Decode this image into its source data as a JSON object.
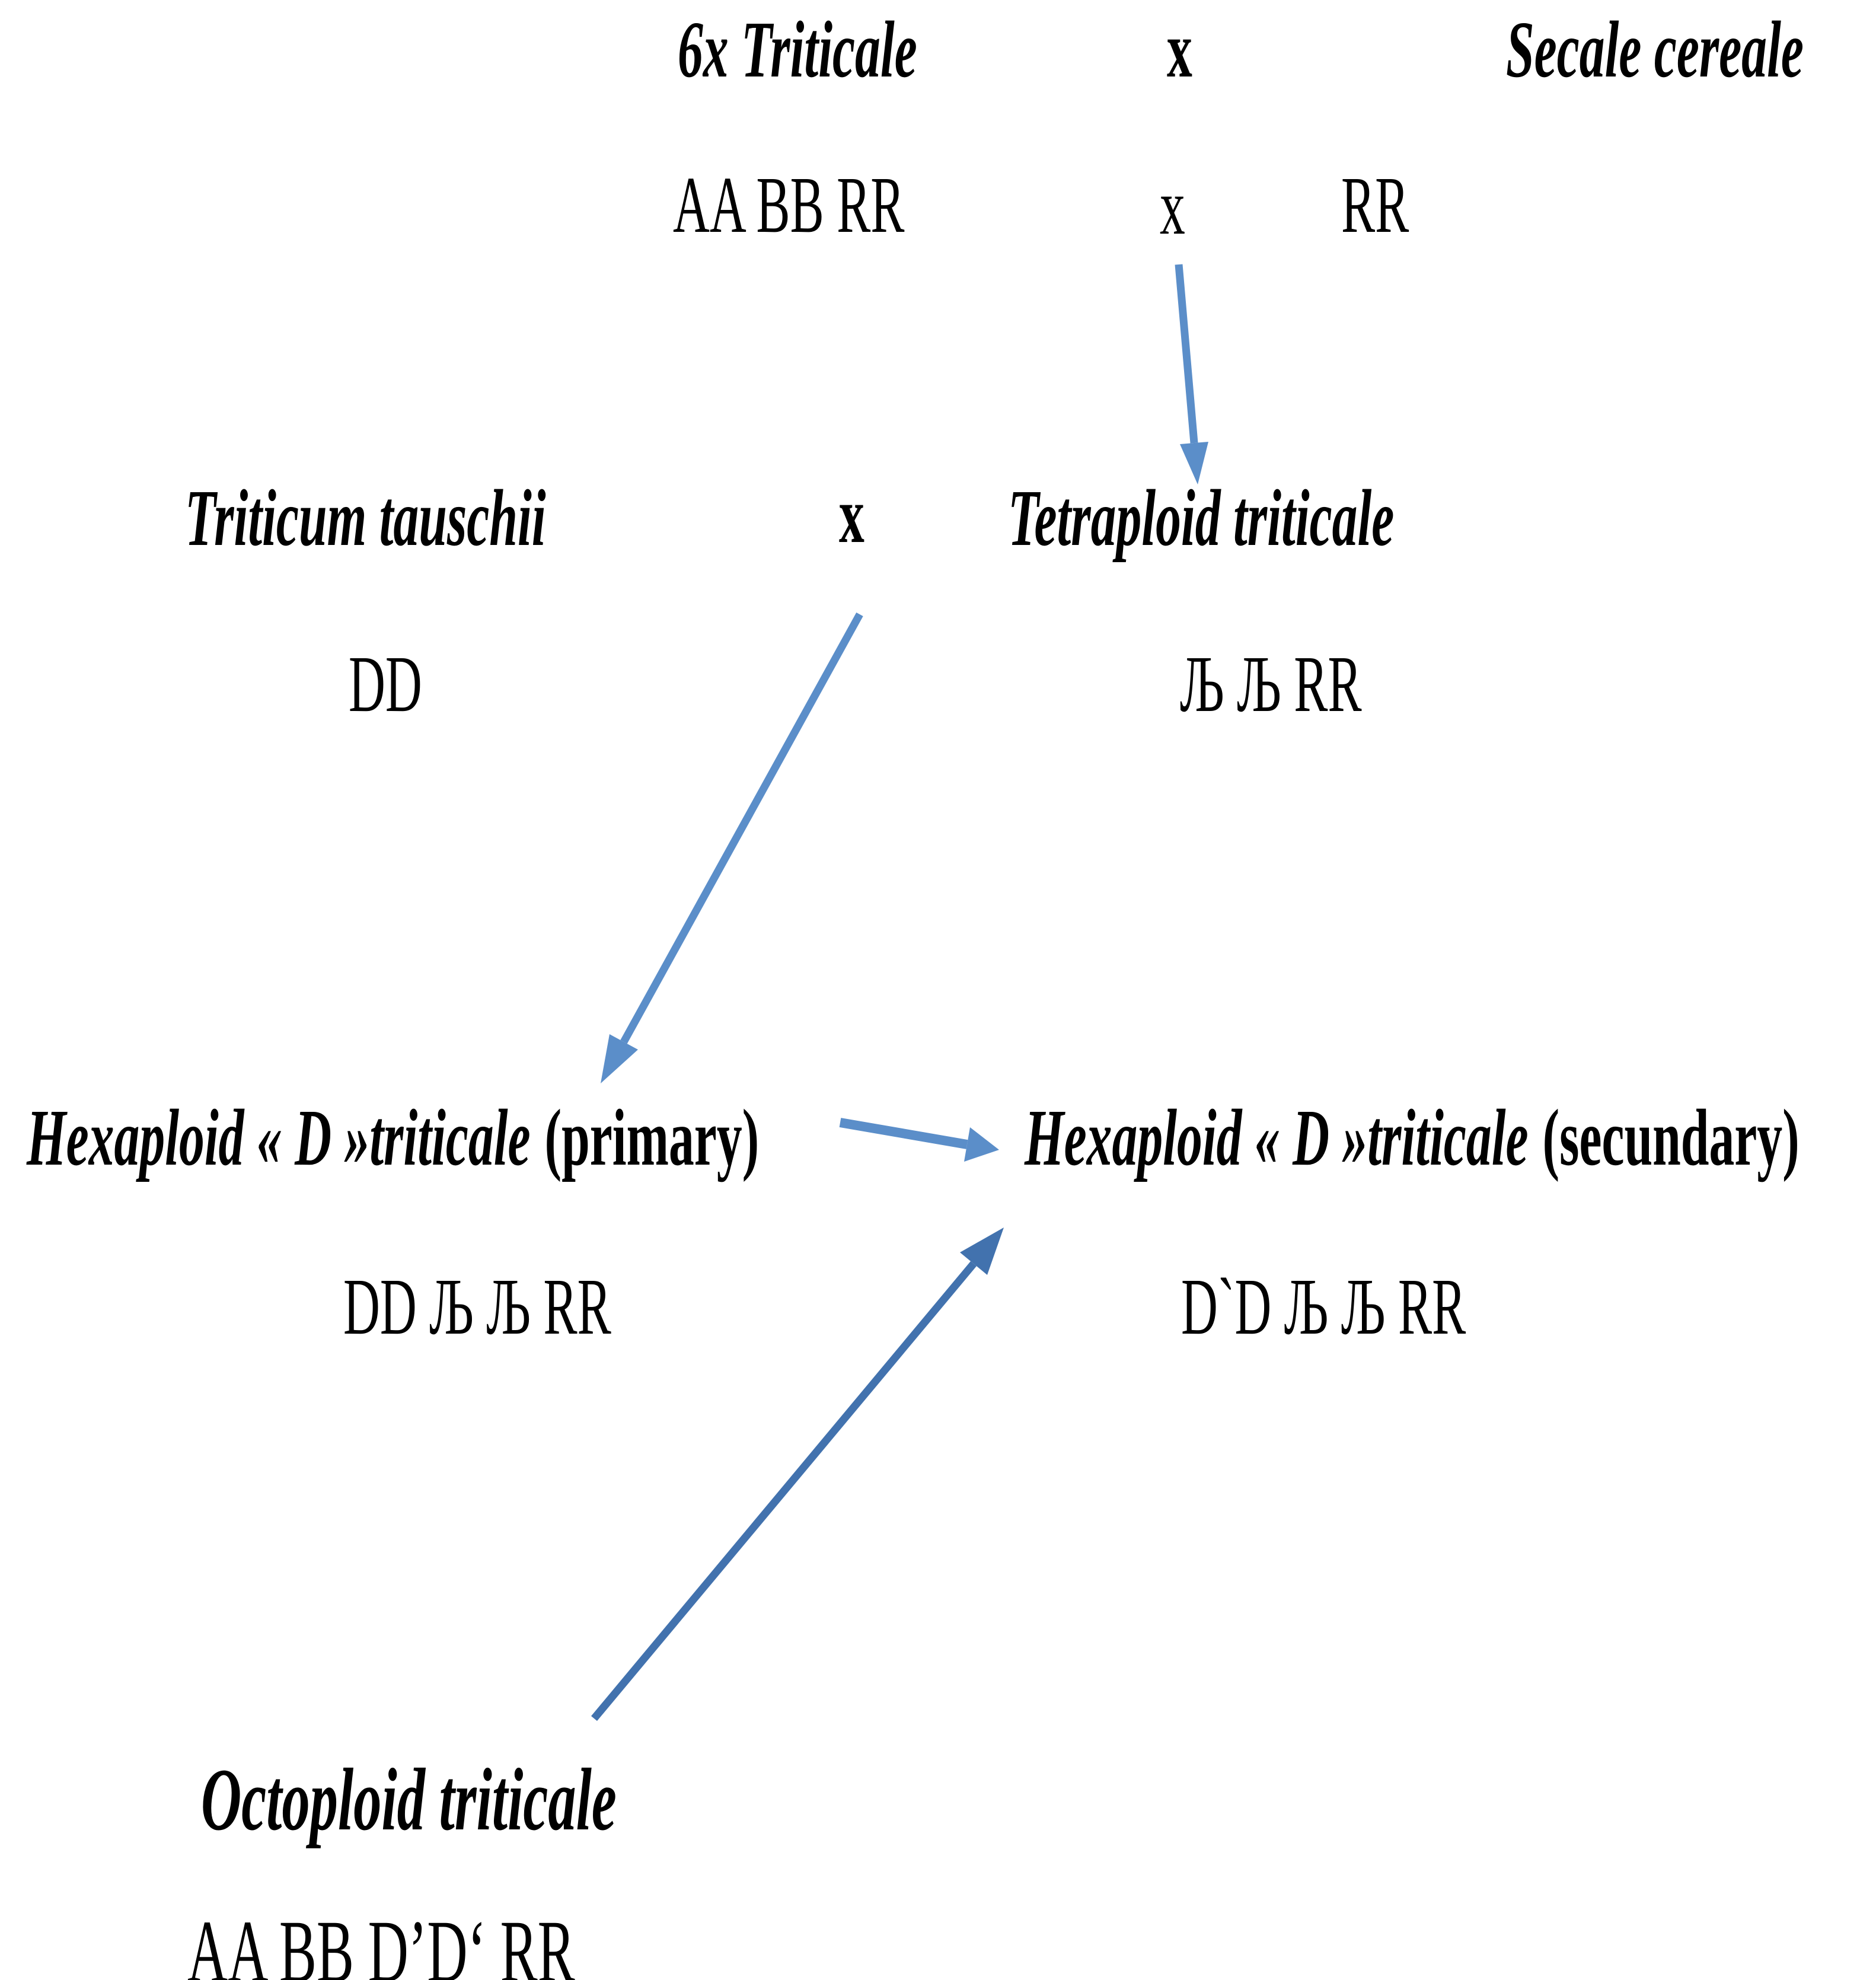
{
  "colors": {
    "background": "#ffffff",
    "text": "#000000",
    "arrow_light": "#5b8ec9",
    "arrow_dark": "#4272ae"
  },
  "diagram": {
    "generation1": {
      "parent_left": "6x Triticale",
      "cross": "x",
      "parent_right": "Secale cereale",
      "genome_left": "AA BB RR",
      "genome_cross": "x",
      "genome_right": "RR"
    },
    "generation2": {
      "parent_left": "Triticum tauschii",
      "cross": "x",
      "parent_right": "Tetraploid triticale",
      "genome_left": "DD",
      "genome_right": "Љ Љ RR"
    },
    "generation3": {
      "left_name": "Hexaploid « D »triticale",
      "left_qualifier": "(primary)",
      "right_name": "Hexaploid « D »triticale",
      "right_qualifier": "(secundary)",
      "genome_left": "DD Љ Љ RR",
      "genome_right": "D`D Љ Љ RR"
    },
    "generation4": {
      "name": "Octoploid triticale",
      "genome": "AA BB D’D‘ RR"
    },
    "arrows": [
      {
        "name": "cross1-to-tetraploid",
        "from": "AA BB RR x RR",
        "to": "Tetraploid triticale",
        "color": "light"
      },
      {
        "name": "cross2-to-primary-hexaploid",
        "from": "Triticum tauschii x Tetraploid triticale",
        "to": "Hexaploid « D »triticale (primary)",
        "color": "light"
      },
      {
        "name": "primary-to-secondary-hexaploid",
        "from": "Hexaploid « D »triticale (primary)",
        "to": "Hexaploid « D »triticale (secundary)",
        "color": "light"
      },
      {
        "name": "octoploid-to-secondary-hexaploid",
        "from": "Octoploid triticale",
        "to": "Hexaploid « D »triticale (secundary)",
        "color": "dark"
      }
    ]
  }
}
